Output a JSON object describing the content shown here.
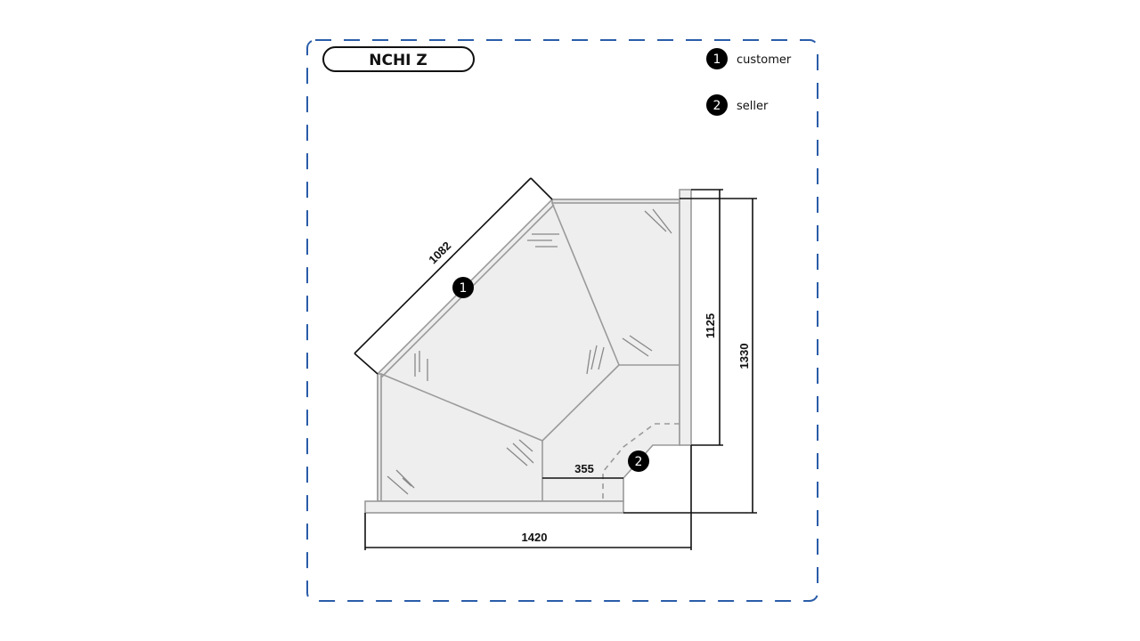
{
  "title": "NCHI Z",
  "legend": [
    {
      "number": "1",
      "label": "customer"
    },
    {
      "number": "2",
      "label": "seller"
    }
  ],
  "markers": {
    "customer": "1",
    "seller": "2"
  },
  "dimensions": {
    "diagonal": "1082",
    "inner_height": "1125",
    "total_height": "1330",
    "opening": "355",
    "width": "1420"
  },
  "colors": {
    "frame": "#2a5ca8",
    "fill": "#eeeeee",
    "outline": "#9a9a9a"
  }
}
